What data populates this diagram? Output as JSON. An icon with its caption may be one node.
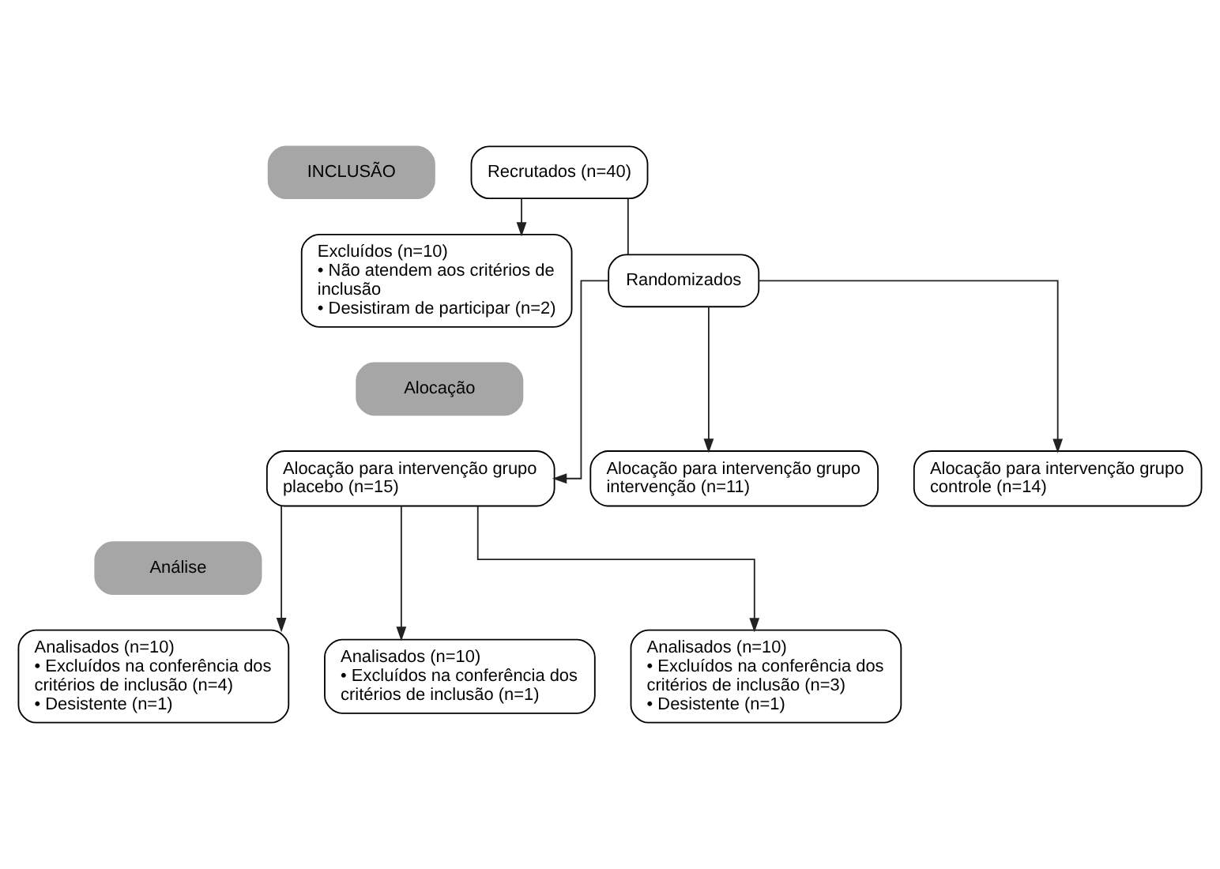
{
  "diagram": {
    "nodes": [
      {
        "text": [
          "INCLUSÃO"
        ]
      },
      {
        "text": [
          "Recrutados (n=40)"
        ]
      },
      {
        "text": [
          "Excluídos (n=10)",
          "• Não atendem aos critérios de inclusão",
          "• Desistiram de participar (n=2)"
        ]
      },
      {
        "text": [
          "Randomizados"
        ]
      },
      {
        "text": [
          "Alocação"
        ]
      },
      {
        "text": [
          "Alocação para intervenção grupo intervenção (n=11)"
        ]
      },
      {
        "text": [
          "Alocação para intervenção grupo placebo (n=15)"
        ]
      },
      {
        "text": [
          "Alocação para intervenção grupo controle (n=14)"
        ]
      },
      {
        "text": [
          "Análise"
        ]
      },
      {
        "text": [
          "Analisados (n=10)",
          "• Excluídos na conferência dos critérios de inclusão (n=1)"
        ]
      },
      {
        "text": [
          "Analisados (n=10)",
          "• Excluídos na conferência dos critérios de inclusão (n=4)",
          "• Desistente (n=1)"
        ]
      },
      {
        "text": [
          "Analisados (n=10)",
          "• Excluídos na conferência dos critérios de inclusão (n=3)",
          "• Desistente (n=1)"
        ]
      }
    ],
    "edges": [
      {
        "from": 1,
        "to": 3,
        "arrow": "none"
      },
      {
        "from": 1,
        "to": 2,
        "arrow": "to"
      },
      {
        "from": 3,
        "to": 5,
        "arrow": "to"
      },
      {
        "from": 3,
        "to": 6,
        "arrow": "to"
      },
      {
        "from": 3,
        "to": 7,
        "arrow": "to"
      },
      {
        "from": 6,
        "to": 9,
        "arrow": "to"
      },
      {
        "from": 6,
        "to": 10,
        "arrow": "to"
      },
      {
        "from": 6,
        "to": 11,
        "arrow": "to"
      }
    ]
  }
}
